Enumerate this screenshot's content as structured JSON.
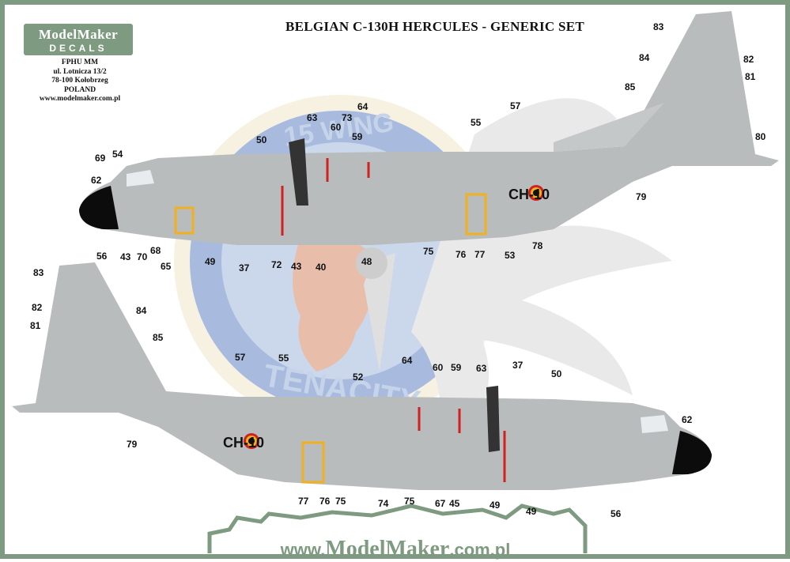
{
  "brand": {
    "name": "ModelMaker",
    "sub": "DECALS"
  },
  "address": [
    "FPHU MM",
    "ul. Lotnicza 13/2",
    "78-100 Kołobrzeg",
    "POLAND",
    "www.modelmaker.com.pl"
  ],
  "title": "BELGIAN C-130H HERCULES - GENERIC SET",
  "footer": {
    "pre": "www.",
    "brand": "ModelMaker",
    "post": ".com.pl"
  },
  "wing_badge": {
    "top": "15 WING",
    "bottom": "TENACITY"
  },
  "registration": "CH-10",
  "colors": {
    "frame": "#7e9a80",
    "aircraft": "#b9bcbd",
    "radome": "#0c0c0c",
    "badge_blue": "#c6d4ea",
    "badge_ring": "#9fb4dc",
    "badge_white": "#f6f0de",
    "marker_red": "#d02020",
    "marker_yellow": "#f0b020"
  },
  "callouts_top": [
    "83",
    "84",
    "82",
    "81",
    "85",
    "80",
    "57",
    "55",
    "64",
    "63",
    "73",
    "60",
    "59",
    "50",
    "69",
    "54",
    "62",
    "79",
    "78",
    "53",
    "77",
    "76",
    "75",
    "48",
    "40",
    "43",
    "72",
    "37",
    "49",
    "65",
    "68",
    "70",
    "43",
    "56"
  ],
  "callouts_bottom": [
    "83",
    "82",
    "84",
    "81",
    "85",
    "79",
    "57",
    "55",
    "52",
    "64",
    "60",
    "59",
    "63",
    "37",
    "50",
    "62",
    "77",
    "76",
    "75",
    "74",
    "75",
    "67",
    "45",
    "49",
    "49",
    "56"
  ]
}
